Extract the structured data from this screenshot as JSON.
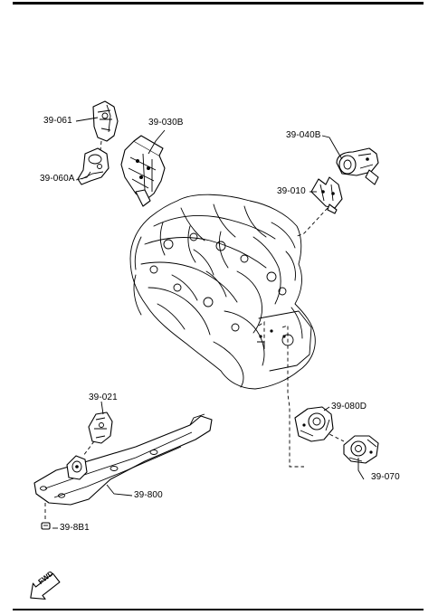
{
  "labels": {
    "p39_061": "39-061",
    "p39_060A": "39-060A",
    "p39_030B": "39-030B",
    "p39_040B": "39-040B",
    "p39_010": "39-010",
    "p39_021": "39-021",
    "p39_800": "39-800",
    "p39_8B1": "39-8B1",
    "p39_080D": "39-080D",
    "p39_070": "39-070"
  },
  "fwd_arrow": {
    "text": "FWD"
  }
}
